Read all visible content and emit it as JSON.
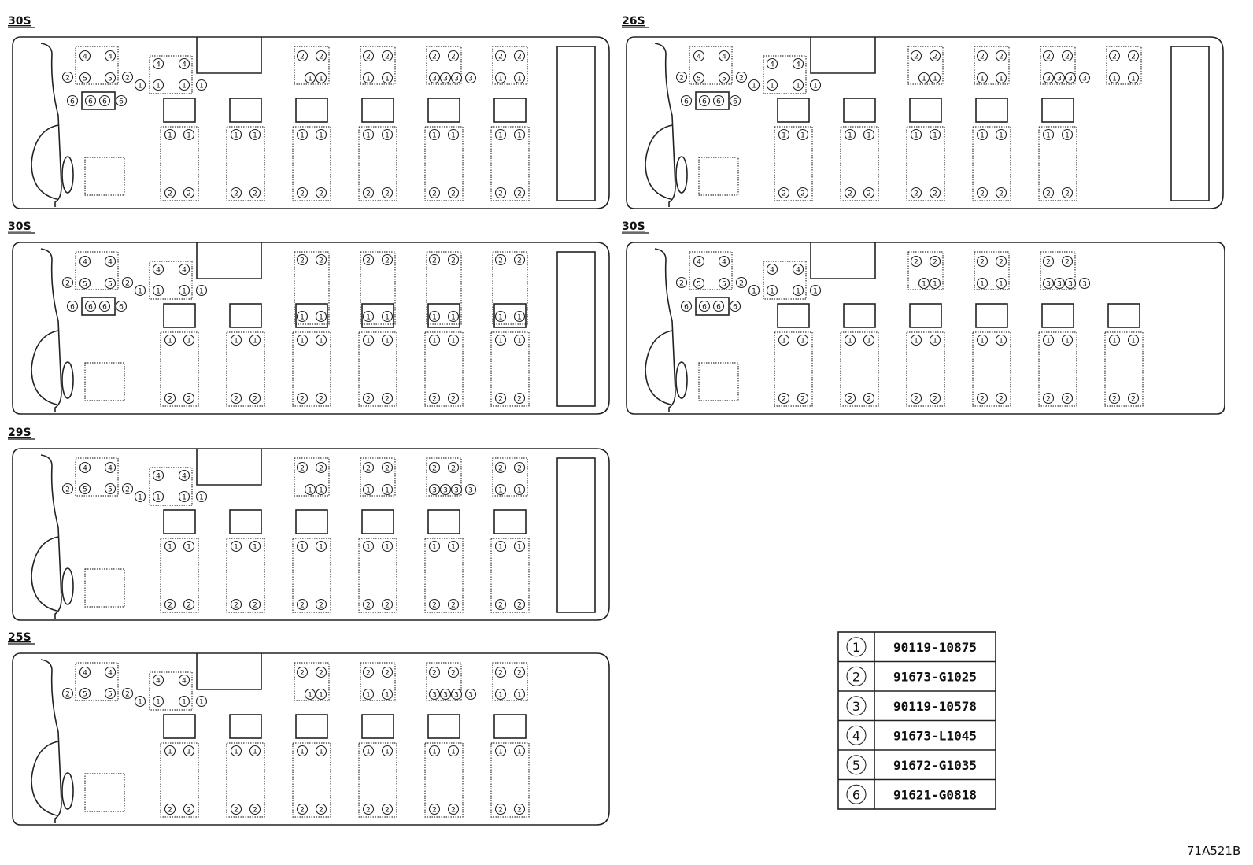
{
  "layouts": [
    {
      "label": "30S",
      "variant": "A",
      "rear_bench": true
    },
    {
      "label": "26S",
      "variant": "A",
      "rear_bench": true
    },
    {
      "label": "30S",
      "variant": "B",
      "rear_bench": true
    },
    {
      "label": "30S",
      "variant": "C",
      "rear_bench": false
    },
    {
      "label": "29S",
      "variant": "D",
      "rear_bench": true
    },
    {
      "label": "25S",
      "variant": "E",
      "rear_bench": false
    }
  ],
  "legend": [
    {
      "num": "1",
      "part": "90119-10875"
    },
    {
      "num": "2",
      "part": "91673-G1025"
    },
    {
      "num": "3",
      "part": "90119-10578"
    },
    {
      "num": "4",
      "part": "91673-L1045"
    },
    {
      "num": "5",
      "part": "91672-G1035"
    },
    {
      "num": "6",
      "part": "91621-G0818"
    }
  ],
  "reference_code": "71A521B"
}
